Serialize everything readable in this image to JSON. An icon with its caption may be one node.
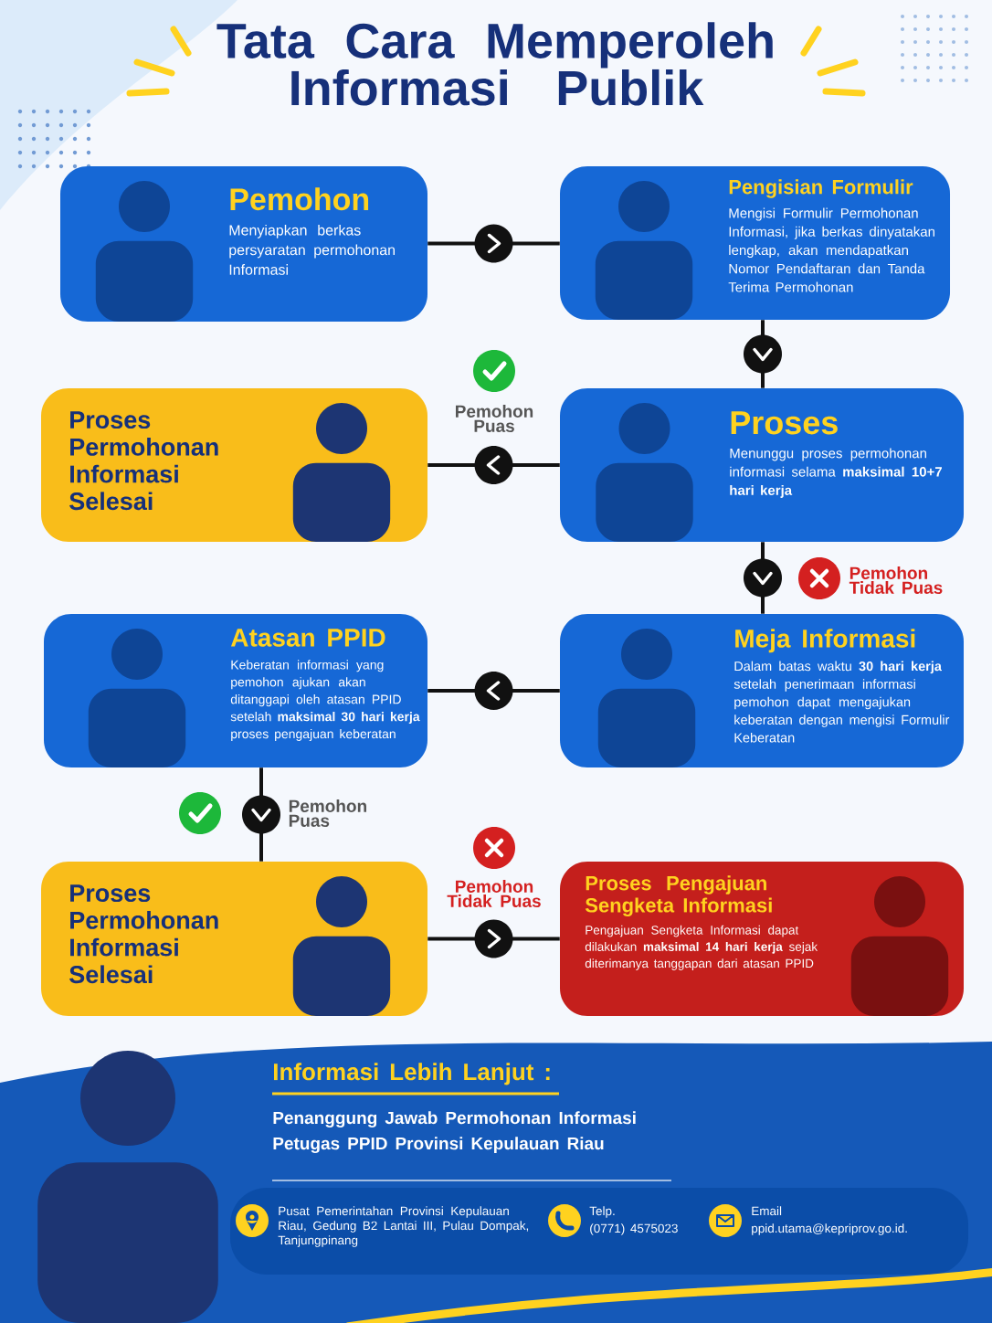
{
  "diagram": {
    "title": "Tata Cara Memperoleh Informasi Publik",
    "nodes": [
      {
        "text": [
          "Pemohon",
          "Menyiapkan berkas persyaratan permohonan Informasi"
        ]
      },
      {
        "text": [
          "Pengisian Formulir",
          "Mengisi Formulir Permohonan Informasi, jika berkas dinyatakan lengkap, akan mendapatkan Nomor Pendaftaran dan Tanda Terima Permohonan"
        ]
      },
      {
        "text": [
          "Proses",
          "Menunggu proses permohonan informasi selama **maksimal 10+7 hari kerja**"
        ]
      },
      {
        "text": [
          "Proses Permohonan Informasi Selesai"
        ]
      },
      {
        "text": [
          "Meja Informasi",
          "Dalam batas waktu **30 hari kerja** setelah penerimaan informasi pemohon dapat mengajukan keberatan dengan mengisi Formulir Keberatan"
        ]
      },
      {
        "text": [
          "Atasan PPID",
          "Keberatan informasi yang pemohon ajukan akan ditanggapi oleh atasan PPID setelah **maksimal 30 hari kerja** proses pengajuan keberatan"
        ]
      },
      {
        "text": [
          "Proses Permohonan Informasi Selesai"
        ]
      },
      {
        "text": [
          "Proses Pengajuan Sengketa Informasi",
          "Pengajuan Sengketa Informasi dapat dilakukan **maksimal 14 hari kerja** sejak diterimanya tanggapan dari atasan PPID"
        ]
      }
    ],
    "edges": [
      {
        "from": 0,
        "to": 1,
        "arrow": "to"
      },
      {
        "from": 1,
        "to": 2,
        "arrow": "to"
      },
      {
        "from": 2,
        "to": 3,
        "arrow": "to",
        "label": "Pemohon Puas"
      },
      {
        "from": 2,
        "to": 4,
        "arrow": "to",
        "label": "Pemohon Tidak Puas"
      },
      {
        "from": 4,
        "to": 5,
        "arrow": "to"
      },
      {
        "from": 5,
        "to": 6,
        "arrow": "to",
        "label": "Pemohon Puas"
      },
      {
        "from": 6,
        "to": 7,
        "arrow": "to",
        "label": "Pemohon Tidak Puas"
      }
    ],
    "labels": [
      "Informasi Lebih Lanjut :",
      "Penanggung Jawab Permohonan Informasi",
      "Petugas PPID Provinsi Kepulauan Riau",
      "Pusat Pemerintahan Provinsi Kepulauan Riau, Gedung B2 Lantai III, Pulau Dompak, Tanjungpinang",
      "Telp.",
      "(0771) 4575023",
      "Email",
      "ppid.utama@kepriprov.go.id."
    ]
  }
}
